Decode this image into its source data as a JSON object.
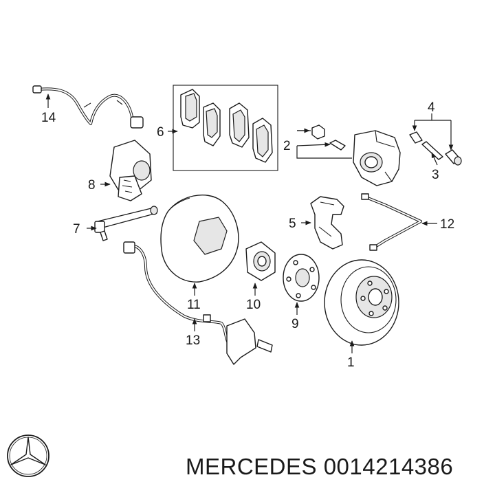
{
  "callouts": {
    "c1": "1",
    "c2": "2",
    "c3": "3",
    "c4": "4",
    "c5": "5",
    "c6": "6",
    "c7": "7",
    "c8": "8",
    "c9": "9",
    "c10": "10",
    "c11": "11",
    "c12": "12",
    "c13": "13",
    "c14": "14"
  },
  "footer": {
    "brand": "MERCEDES",
    "part_number": "0014214386"
  },
  "icons": {
    "logo": "mercedes-star-icon"
  }
}
